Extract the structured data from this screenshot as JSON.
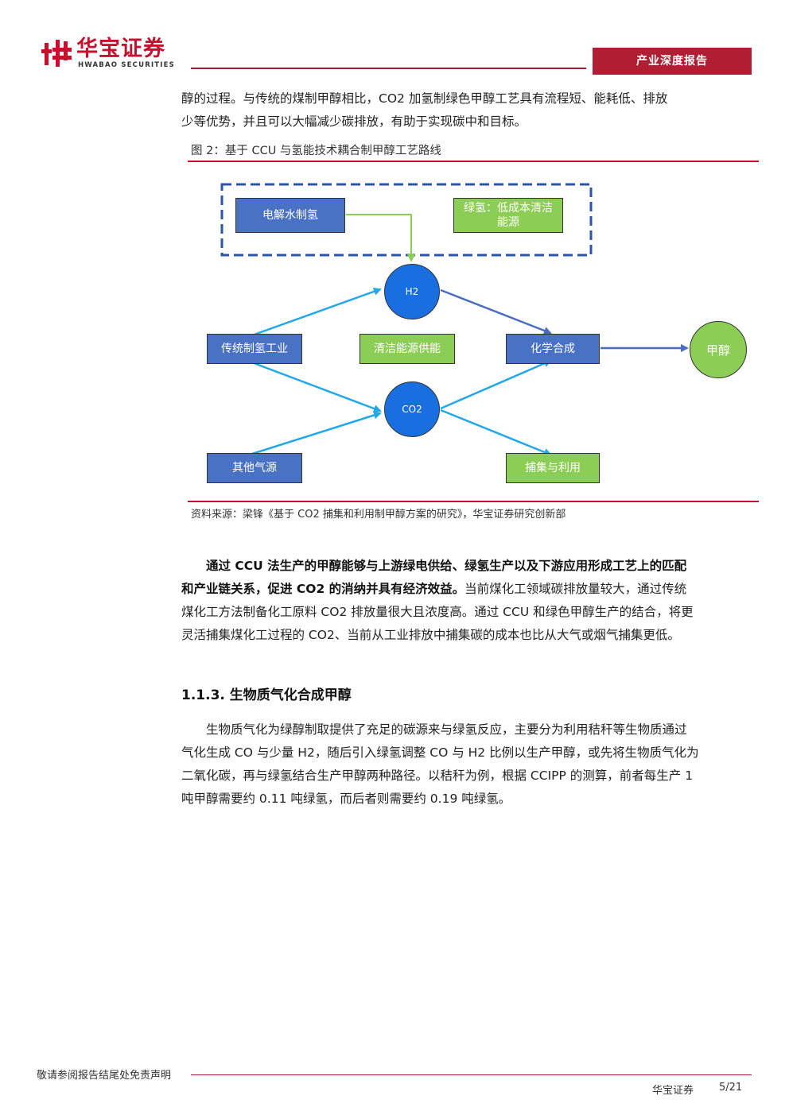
{
  "header": {
    "logo_cn": "华宝证券",
    "logo_en": "HWABAO SECURITIES",
    "badge": "产业深度报告"
  },
  "intro_paragraph": {
    "line1": "醇的过程。与传统的煤制甲醇相比，CO2 加氢制绿色甲醇工艺具有流程短、能耗低、排放",
    "line2": "少等优势，并且可以大幅减少碳排放，有助于实现碳中和目标。"
  },
  "figure": {
    "caption": "图 2：基于 CCU 与氢能技术耦合制甲醇工艺路线",
    "source": "资料来源：梁锋《基于 CO2 捕集和利用制甲醇方案的研究》，华宝证券研究创新部",
    "nodes": {
      "electrolysis": "电解水制氢",
      "green_h2_line1": "绿氢：低成本清洁",
      "green_h2_line2": "能源",
      "h2": "H2",
      "traditional_h2": "传统制氢工业",
      "clean_energy": "清洁能源供能",
      "chem_synthesis": "化学合成",
      "methanol": "甲醇",
      "co2": "CO2",
      "other_gas": "其他气源",
      "capture_use": "捕集与利用"
    },
    "colors": {
      "blue_box": "#4a72c4",
      "green_box": "#8ccd55",
      "circle_blue": "#1a6fe0",
      "arrow_cyan": "#22a8e8",
      "arrow_navy": "#4a6cc0",
      "arrow_green": "#8ccd55",
      "dash_border": "#2a55a8"
    }
  },
  "paragraph2": {
    "bold_line1": "通过 CCU 法生产的甲醇能够与上游绿电供给、绿氢生产以及下游应用形成工艺上的匹配",
    "bold_line2": "和产业链关系，促进 CO2 的消纳并具有经济效益。",
    "rest_line2": "当前煤化工领域碳排放量较大，通过传统",
    "line3": "煤化工方法制备化工原料 CO2 排放量很大且浓度高。通过 CCU 和绿色甲醇生产的结合，将更",
    "line4": "灵活捕集煤化工过程的 CO2、当前从工业排放中捕集碳的成本也比从大气或烟气捕集更低。"
  },
  "section": {
    "title": "1.1.3. 生物质气化合成甲醇"
  },
  "paragraph3": {
    "line1": "生物质气化为绿醇制取提供了充足的碳源来与绿氢反应，主要分为利用秸秆等生物质通过",
    "line2": "气化生成 CO 与少量 H2，随后引入绿氢调整 CO 与 H2 比例以生产甲醇，或先将生物质气化为",
    "line3": "二氧化碳，再与绿氢结合生产甲醇两种路径。以秸秆为例，根据 CCIPP 的测算，前者每生产 1",
    "line4": "吨甲醇需要约 0.11 吨绿氢，而后者则需要约 0.19 吨绿氢。"
  },
  "footer": {
    "disclaimer": "敬请参阅报告结尾处免责声明",
    "brand": "华宝证券",
    "page": "5/21"
  }
}
